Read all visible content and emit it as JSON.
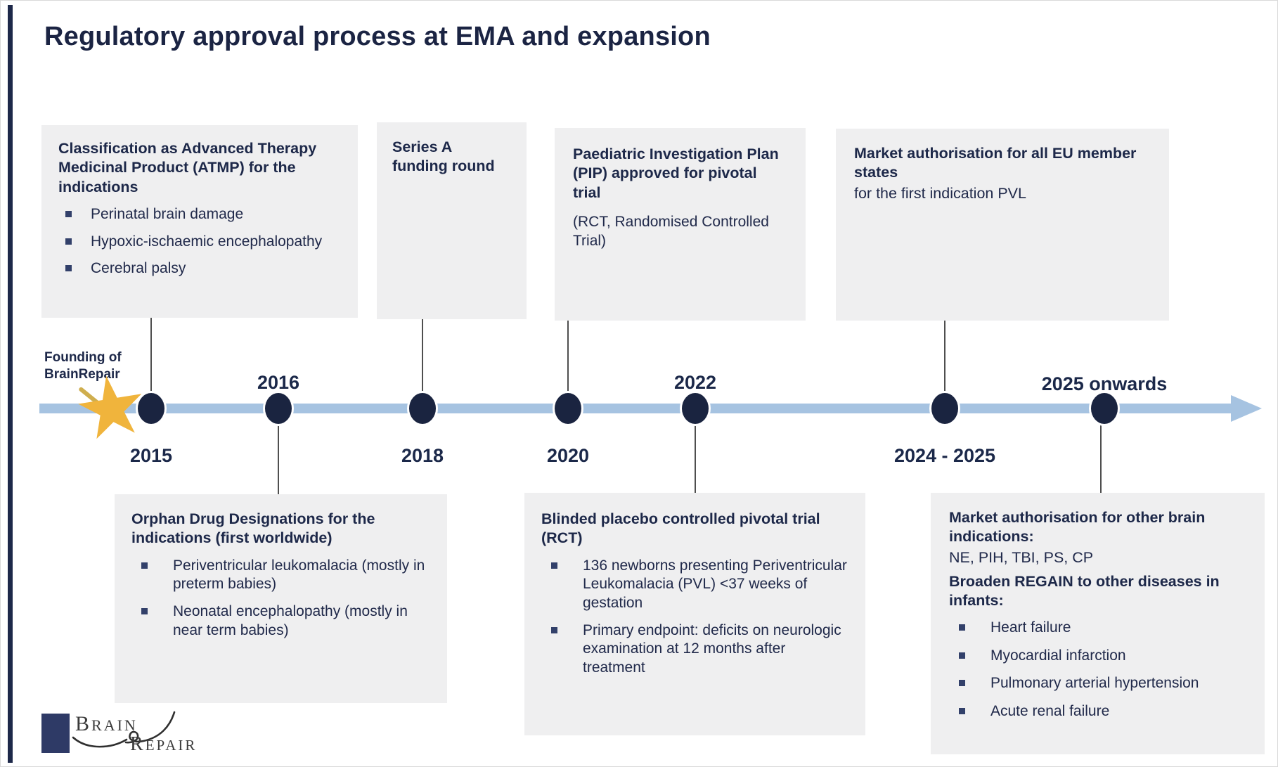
{
  "title": "Regulatory approval process at EMA and expansion",
  "founding": {
    "line1": "Founding of",
    "line2": "BrainRepair"
  },
  "timeline": {
    "years": [
      {
        "label": "2015",
        "position": "below"
      },
      {
        "label": "2016",
        "position": "above"
      },
      {
        "label": "2018",
        "position": "below"
      },
      {
        "label": "2020",
        "position": "below"
      },
      {
        "label": "2022",
        "position": "above"
      },
      {
        "label": "2024 - 2025",
        "position": "below"
      },
      {
        "label": "2025 onwards",
        "position": "above"
      }
    ]
  },
  "boxes": {
    "classification": {
      "title": "Classification as Advanced Therapy Medicinal Product (ATMP) for the indications",
      "bullets": [
        "Perinatal brain damage",
        "Hypoxic-ischaemic encephalopathy",
        "Cerebral palsy"
      ]
    },
    "series_a": {
      "title": "Series A funding round"
    },
    "pip": {
      "title": "Paediatric Investigation Plan (PIP) approved for pivotal trial",
      "body": "(RCT, Randomised Controlled Trial)"
    },
    "eu": {
      "title": "Market authorisation for all EU member states",
      "body": "for the first indication PVL"
    },
    "orphan": {
      "title": "Orphan Drug Designations for the indications (first worldwide)",
      "bullets": [
        "Periventricular leukomalacia (mostly in preterm babies)",
        "Neonatal encephalopathy (mostly in near term babies)"
      ]
    },
    "rct": {
      "title": "Blinded placebo controlled pivotal trial (RCT)",
      "bullets": [
        "136 newborns presenting Periventricular Leukomalacia (PVL) <37 weeks of gestation",
        "Primary endpoint: deficits on neurologic examination at 12 months after treatment"
      ]
    },
    "other": {
      "title1": "Market authorisation for other brain indications:",
      "body1": "NE, PIH, TBI, PS, CP",
      "title2": "Broaden REGAIN to other diseases in infants:",
      "bullets": [
        "Heart failure",
        "Myocardial infarction",
        "Pulmonary arterial hypertension",
        "Acute renal failure"
      ]
    }
  },
  "logo": {
    "brain_initial": "B",
    "brain_rest": "RAIN",
    "repair_initial": "R",
    "repair_rest": "EPAIR"
  },
  "colors": {
    "navy_text": "#1d2849",
    "timeline_blue": "#a6c3e1",
    "dot_navy": "#1a2440",
    "star_gold": "#f0b43c",
    "box_gray": "#efeff0",
    "connector_gray": "#4f4f4f",
    "logo_navy": "#2e3a66"
  }
}
